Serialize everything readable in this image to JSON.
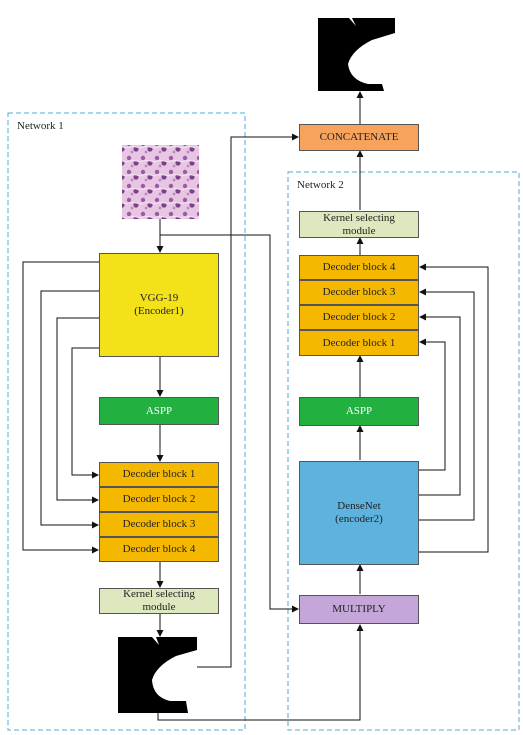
{
  "network1": {
    "label": "Network 1",
    "encoder": "VGG-19\n(Encoder1)",
    "aspp": "ASPP",
    "decoder_blocks": [
      "Decoder block 1",
      "Decoder block 2",
      "Decoder block 3",
      "Decoder block 4"
    ],
    "kernel_module": "Kernel selecting\nmodule"
  },
  "network2": {
    "label": "Network 2",
    "encoder": "DenseNet\n(encoder2)",
    "aspp": "ASPP",
    "decoder_blocks": [
      "Decoder block 4",
      "Decoder block 3",
      "Decoder block 2",
      "Decoder block 1"
    ],
    "kernel_module": "Kernel selecting\nmodule"
  },
  "concatenate": "CONCATENATE",
  "multiply": "MULTIPLY",
  "colors": {
    "decoder": "#f5b800",
    "aspp": "#22b040",
    "kernel": "#dde8bf",
    "vgg": "#f3e11a",
    "densenet": "#5db3dd",
    "concatenate": "#f7a35c",
    "multiply": "#c4a6d8",
    "frame": "#55a9d6"
  }
}
